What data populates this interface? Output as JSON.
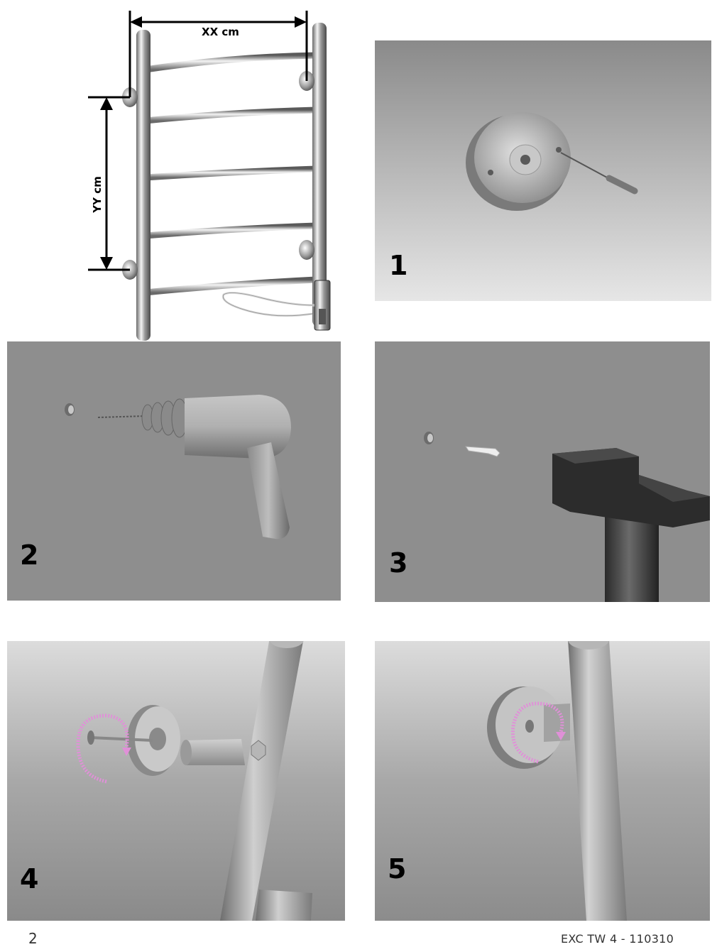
{
  "diagram": {
    "width_label": "XX cm",
    "height_label": "YY cm"
  },
  "steps": [
    {
      "number": "1"
    },
    {
      "number": "2"
    },
    {
      "number": "3"
    },
    {
      "number": "4"
    },
    {
      "number": "5"
    }
  ],
  "footer": {
    "page_number": "2",
    "doc_code": "EXC TW 4 - 110310"
  },
  "colors": {
    "panel_gray": "#8e8e8e",
    "gradient_dark": "#8a8a8a",
    "gradient_light": "#e8e8e8",
    "arrow_pink": "#e090d8"
  }
}
